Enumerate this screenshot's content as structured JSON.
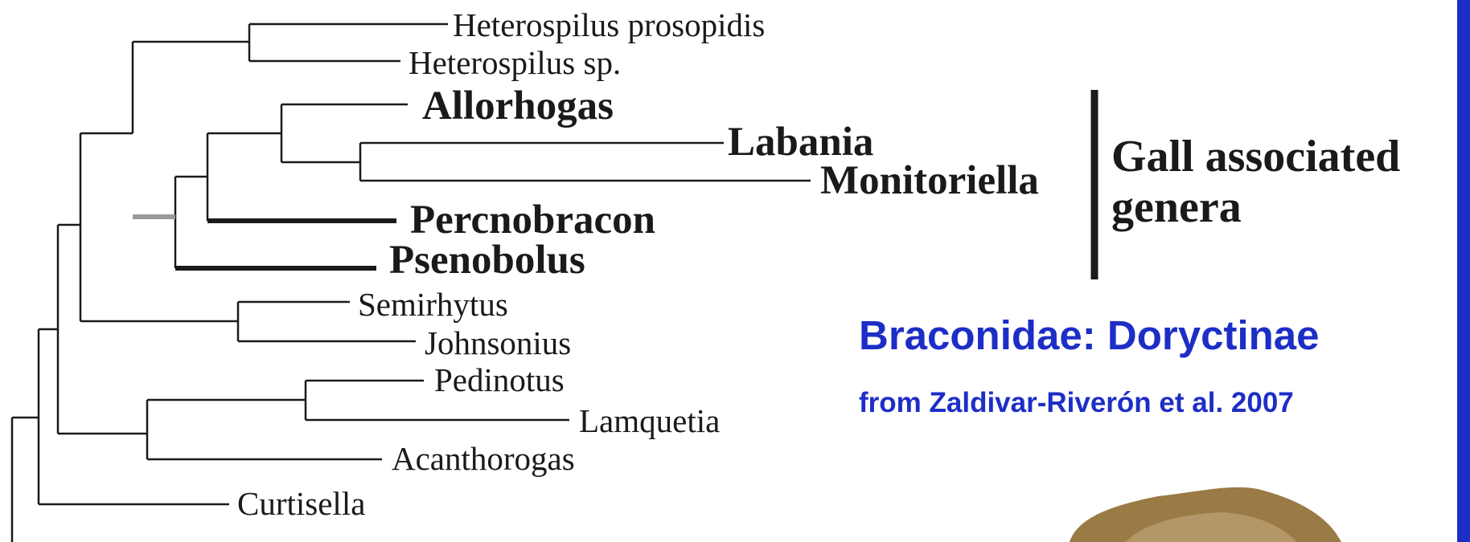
{
  "tree": {
    "taxa": [
      {
        "id": "heterospilus_prosopidis",
        "label": "Heterospilus prosopidis",
        "emphasis": "normal"
      },
      {
        "id": "heterospilus_sp",
        "label": "Heterospilus sp.",
        "emphasis": "normal"
      },
      {
        "id": "allorhogas",
        "label": "Allorhogas",
        "emphasis": "bold"
      },
      {
        "id": "labania",
        "label": "Labania",
        "emphasis": "bold"
      },
      {
        "id": "monitoriella",
        "label": "Monitoriella",
        "emphasis": "bold"
      },
      {
        "id": "percnobracon",
        "label": "Percnobracon",
        "emphasis": "bold"
      },
      {
        "id": "psenobolus",
        "label": "Psenobolus",
        "emphasis": "bold"
      },
      {
        "id": "semirhytus",
        "label": "Semirhytus",
        "emphasis": "normal"
      },
      {
        "id": "johnsonius",
        "label": "Johnsonius",
        "emphasis": "normal"
      },
      {
        "id": "pedinotus",
        "label": "Pedinotus",
        "emphasis": "normal"
      },
      {
        "id": "lamquetia",
        "label": "Lamquetia",
        "emphasis": "normal"
      },
      {
        "id": "acanthorogas",
        "label": "Acanthorogas",
        "emphasis": "normal"
      },
      {
        "id": "curtisella",
        "label": "Curtisella",
        "emphasis": "normal"
      }
    ],
    "group": {
      "line1": "Gall associated",
      "line2": "genera",
      "members": [
        "allorhogas",
        "labania",
        "monitoriella",
        "percnobracon",
        "psenobolus"
      ]
    }
  },
  "title": "Braconidae: Doryctinae",
  "citation": "from Zaldivar-Riverón et al. 2007",
  "colors": {
    "branch": "#1a1a1a",
    "text": "#1a1a1a",
    "accent_blue": "#1d2ec6",
    "gall_stem": "#9a9a9a",
    "gall_wall": "#9a7a45"
  }
}
